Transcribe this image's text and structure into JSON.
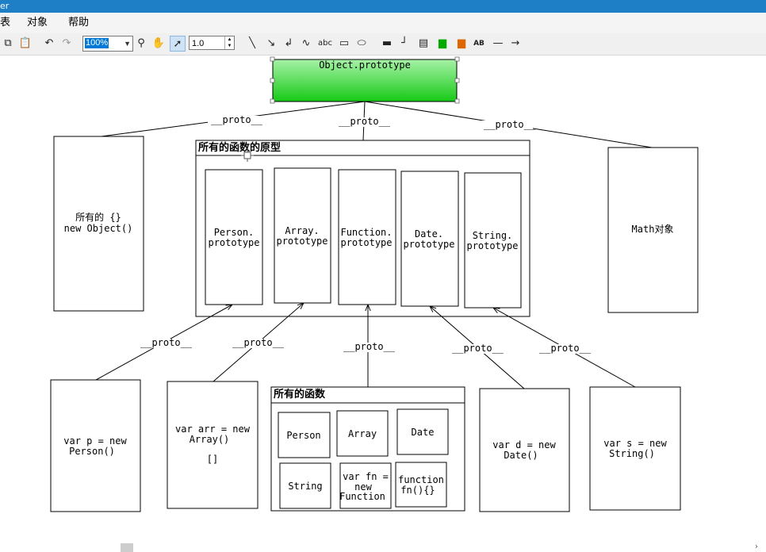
{
  "window": {
    "title": "er"
  },
  "menu": {
    "items": [
      "表",
      "对象",
      "帮助"
    ]
  },
  "toolbar": {
    "zoom": "100%",
    "line_width": "1.0",
    "text_tool": "abc",
    "font_tool": "AB"
  },
  "colors": {
    "titlebar": "#1e7fc7",
    "root_fill_top": "#a6f2a6",
    "root_fill_bottom": "#16c916",
    "stroke": "#000000",
    "selection": "#0078d7"
  },
  "diagram": {
    "root": "Object.prototype",
    "edge_label": "__proto__",
    "left_node": [
      "所有的 {}",
      "new Object()"
    ],
    "right_node": "Math对象",
    "prototypes_group": {
      "title": "所有的函数的原型",
      "items": [
        [
          "Person.",
          "prototype"
        ],
        [
          "Array.",
          "prototype"
        ],
        [
          "Function.",
          "prototype"
        ],
        [
          "Date.",
          "prototype"
        ],
        [
          "String.",
          "prototype"
        ]
      ]
    },
    "instances": {
      "p": [
        "var p = new",
        "Person()"
      ],
      "arr": [
        "var arr = new",
        "Array()",
        "[]"
      ],
      "d": [
        "var d = new",
        "Date()"
      ],
      "s": [
        "var s = new",
        "String()"
      ]
    },
    "functions_group": {
      "title": "所有的函数",
      "items": {
        "person": "Person",
        "array": "Array",
        "date": "Date",
        "string": "String",
        "fn": [
          "var fn =",
          "new",
          "Function"
        ],
        "function": [
          "function",
          "fn(){}"
        ]
      }
    }
  }
}
